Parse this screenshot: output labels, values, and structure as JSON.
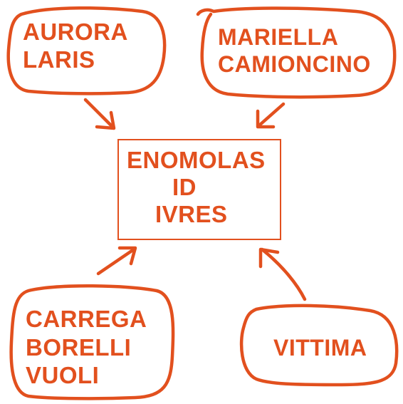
{
  "diagram": {
    "colors": {
      "accent": "#E2501E",
      "background": "#FFFFFF"
    },
    "center": {
      "lines": [
        "ENOMOLAS",
        "ID",
        "IVRES"
      ]
    },
    "nodes": {
      "top_left": {
        "lines": [
          "AURORA",
          "LARIS"
        ]
      },
      "top_right": {
        "lines": [
          "MARIELLA",
          "CAMIONCINO"
        ]
      },
      "bottom_left": {
        "lines": [
          "CARREGA",
          "BORELLI",
          "VUOLI"
        ]
      },
      "bottom_right": {
        "lines": [
          "VITTIMA"
        ]
      }
    }
  }
}
